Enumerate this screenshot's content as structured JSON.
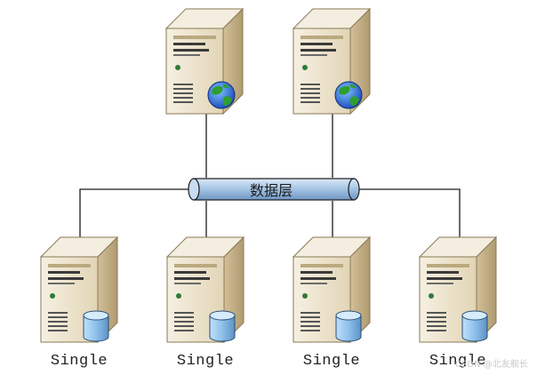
{
  "bus": {
    "label": "数据层"
  },
  "web_servers": [
    {
      "icon": "globe-icon"
    },
    {
      "icon": "globe-icon"
    }
  ],
  "db_servers": [
    {
      "label": "Single",
      "icon": "database-icon"
    },
    {
      "label": "Single",
      "icon": "database-icon"
    },
    {
      "label": "Single",
      "icon": "database-icon"
    },
    {
      "label": "Single",
      "icon": "database-icon"
    }
  ],
  "watermark": "CSDN @北友舰长",
  "colors": {
    "server_front": "#e9dfc6",
    "server_side": "#c8b48c",
    "server_top": "#f4eee0",
    "bus_fill": "#a9c7e6",
    "line": "#1a1a1a",
    "cylinder": "#8fc0ea"
  }
}
